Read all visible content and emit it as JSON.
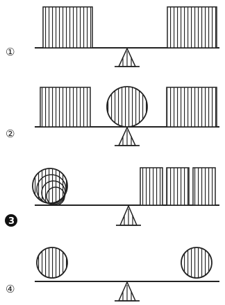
{
  "panels": [
    {
      "label": "①",
      "shapes": [
        "rectangle-block",
        "rectangle-block"
      ]
    },
    {
      "label": "②",
      "shapes": [
        "rectangle-block",
        "circle",
        "rectangle-block"
      ]
    },
    {
      "label": "3",
      "label_style": "filled-circle",
      "shapes": [
        "stacked-circles",
        "small-square",
        "small-square",
        "small-square"
      ]
    },
    {
      "label": "④",
      "shapes": [
        "circle",
        "circle"
      ]
    }
  ]
}
